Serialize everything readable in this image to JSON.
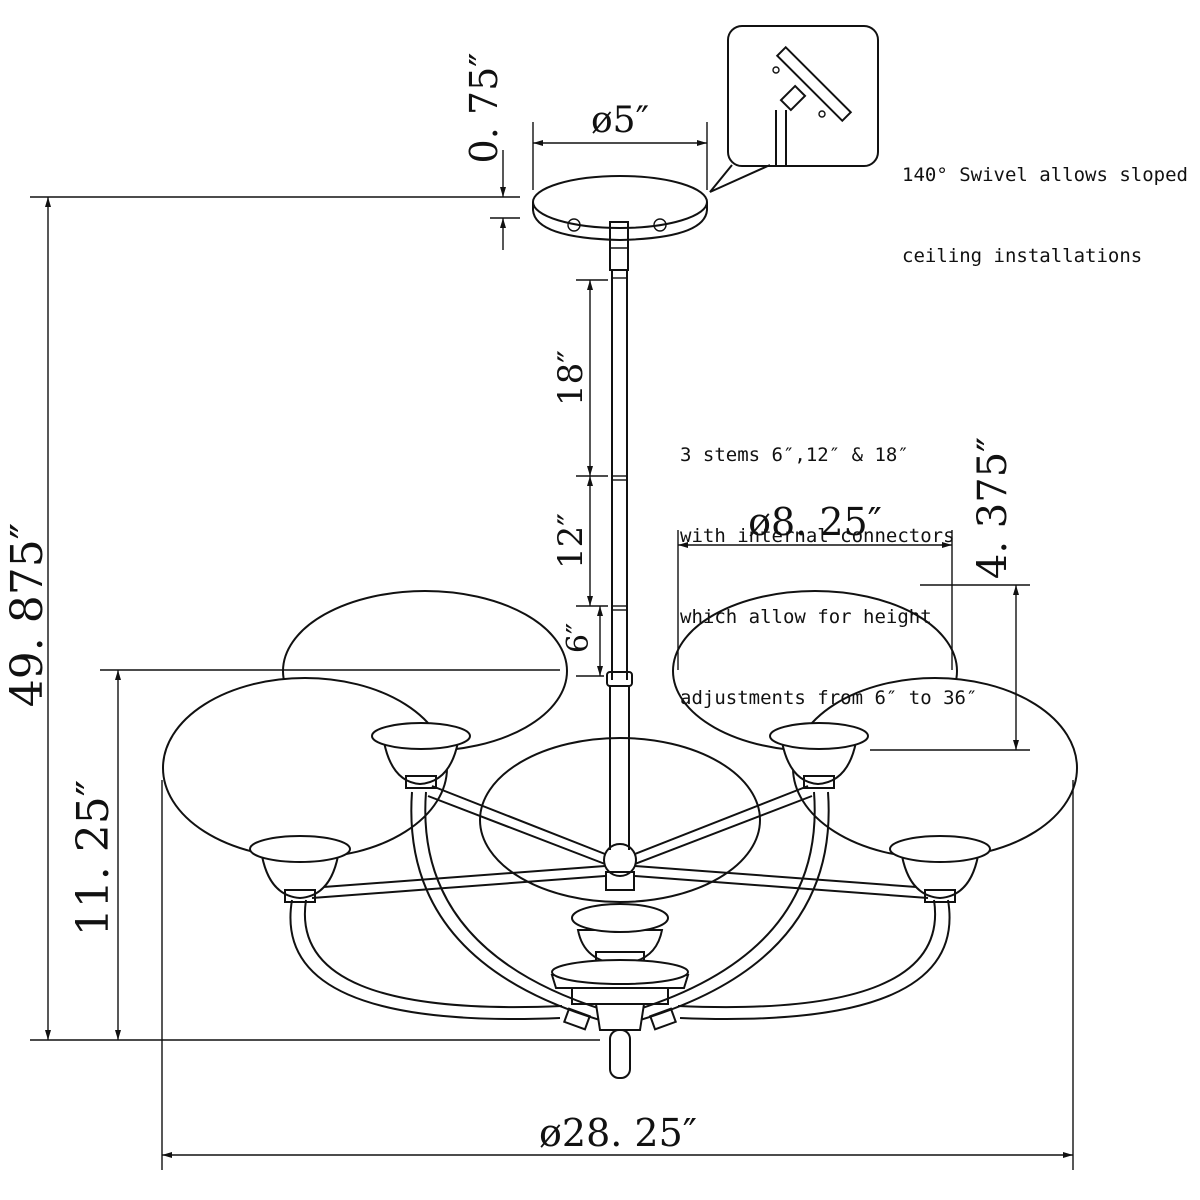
{
  "dimensions": {
    "canopy_height": "0. 75″",
    "canopy_diameter": "ø5″",
    "overall_height": "49. 875″",
    "body_height": "11. 25″",
    "stem_18": "18″",
    "stem_12": "12″",
    "stem_6": "6″",
    "shade_diameter": "ø8. 25″",
    "shade_height": "4. 375″",
    "overall_diameter": "ø28. 25″"
  },
  "notes": {
    "swivel": [
      "140° Swivel allows sloped",
      "ceiling installations"
    ],
    "stems": [
      "3 stems 6″,12″ & 18″",
      "with internal connectors",
      "which allow for height",
      "adjustments from 6″ to 36″"
    ]
  }
}
